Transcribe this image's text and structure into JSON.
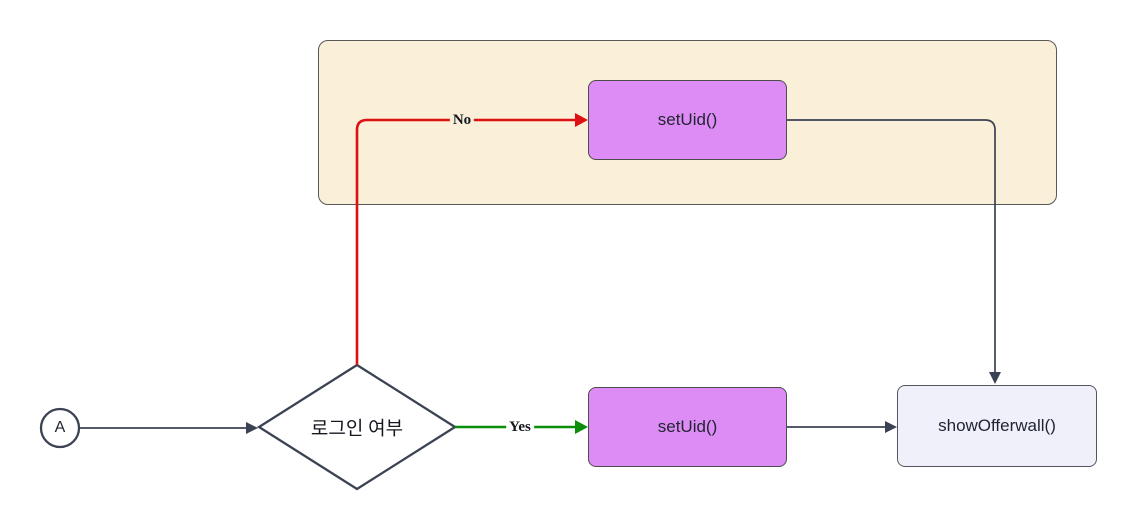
{
  "diagram": {
    "start": {
      "label": "A"
    },
    "decision": {
      "label": "로그인 여부"
    },
    "edges": {
      "no_label": "No",
      "yes_label": "Yes"
    },
    "nodes": {
      "set_uid_top": {
        "label": "setUid()"
      },
      "set_uid_bottom": {
        "label": "setUid()"
      },
      "show_offerwall": {
        "label": "showOfferwall()"
      }
    }
  },
  "colors": {
    "slate": "#3b4253",
    "red": "#dd1111",
    "green": "#0b8f0b",
    "purple-fill": "#de8cf5",
    "purple-border": "#4c4c4c",
    "container-fill": "#faefd9",
    "container-border": "#585858",
    "end-fill": "#f0f0fb",
    "end-border": "#55555f",
    "text": "#1f2430"
  }
}
